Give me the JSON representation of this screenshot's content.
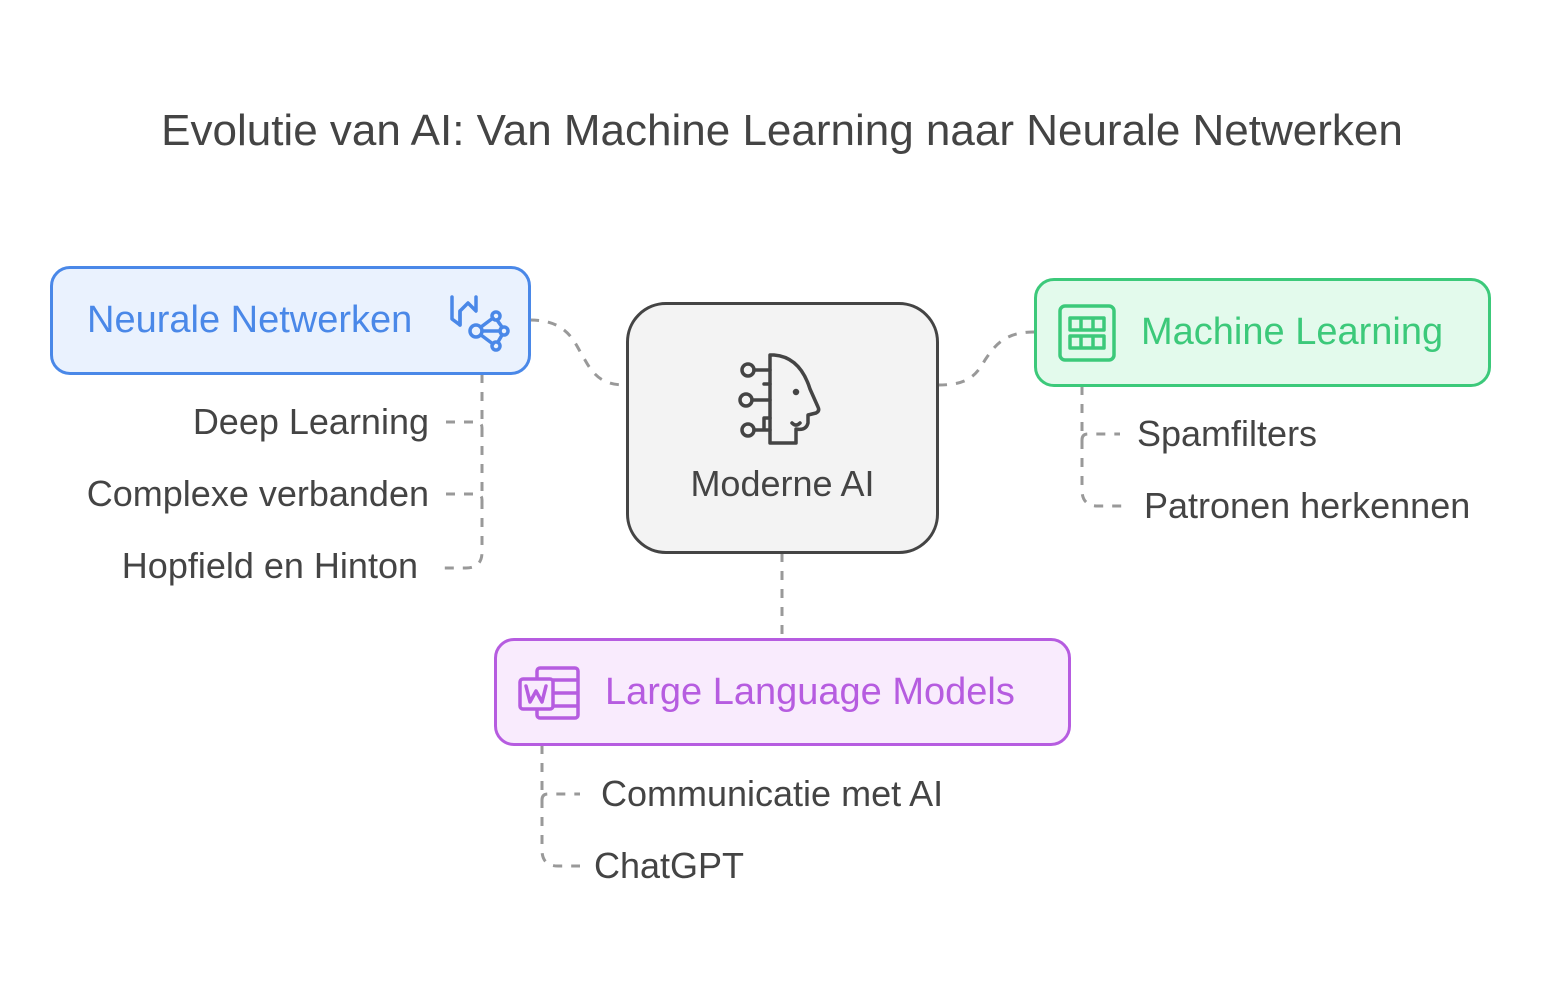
{
  "title": "Evolutie van AI: Van Machine Learning naar Neurale Netwerken",
  "center": {
    "label": "Moderne AI",
    "icon": "ai-head-icon"
  },
  "nodes": {
    "neural": {
      "label": "Neurale Netwerken",
      "icon": "neural-network-icon",
      "color": "#4a88e8",
      "bg": "#eaf2fe",
      "children": [
        "Deep Learning",
        "Complexe verbanden",
        "Hopfield en Hinton"
      ]
    },
    "ml": {
      "label": "Machine Learning",
      "icon": "grid-table-icon",
      "color": "#3cc97a",
      "bg": "#e3faec",
      "children": [
        "Spamfilters",
        "Patronen herkennen"
      ]
    },
    "llm": {
      "label": "Large Language Models",
      "icon": "word-document-icon",
      "color": "#b65ce0",
      "bg": "#f9ebfd",
      "children": [
        "Communicatie met AI",
        "ChatGPT"
      ]
    }
  }
}
